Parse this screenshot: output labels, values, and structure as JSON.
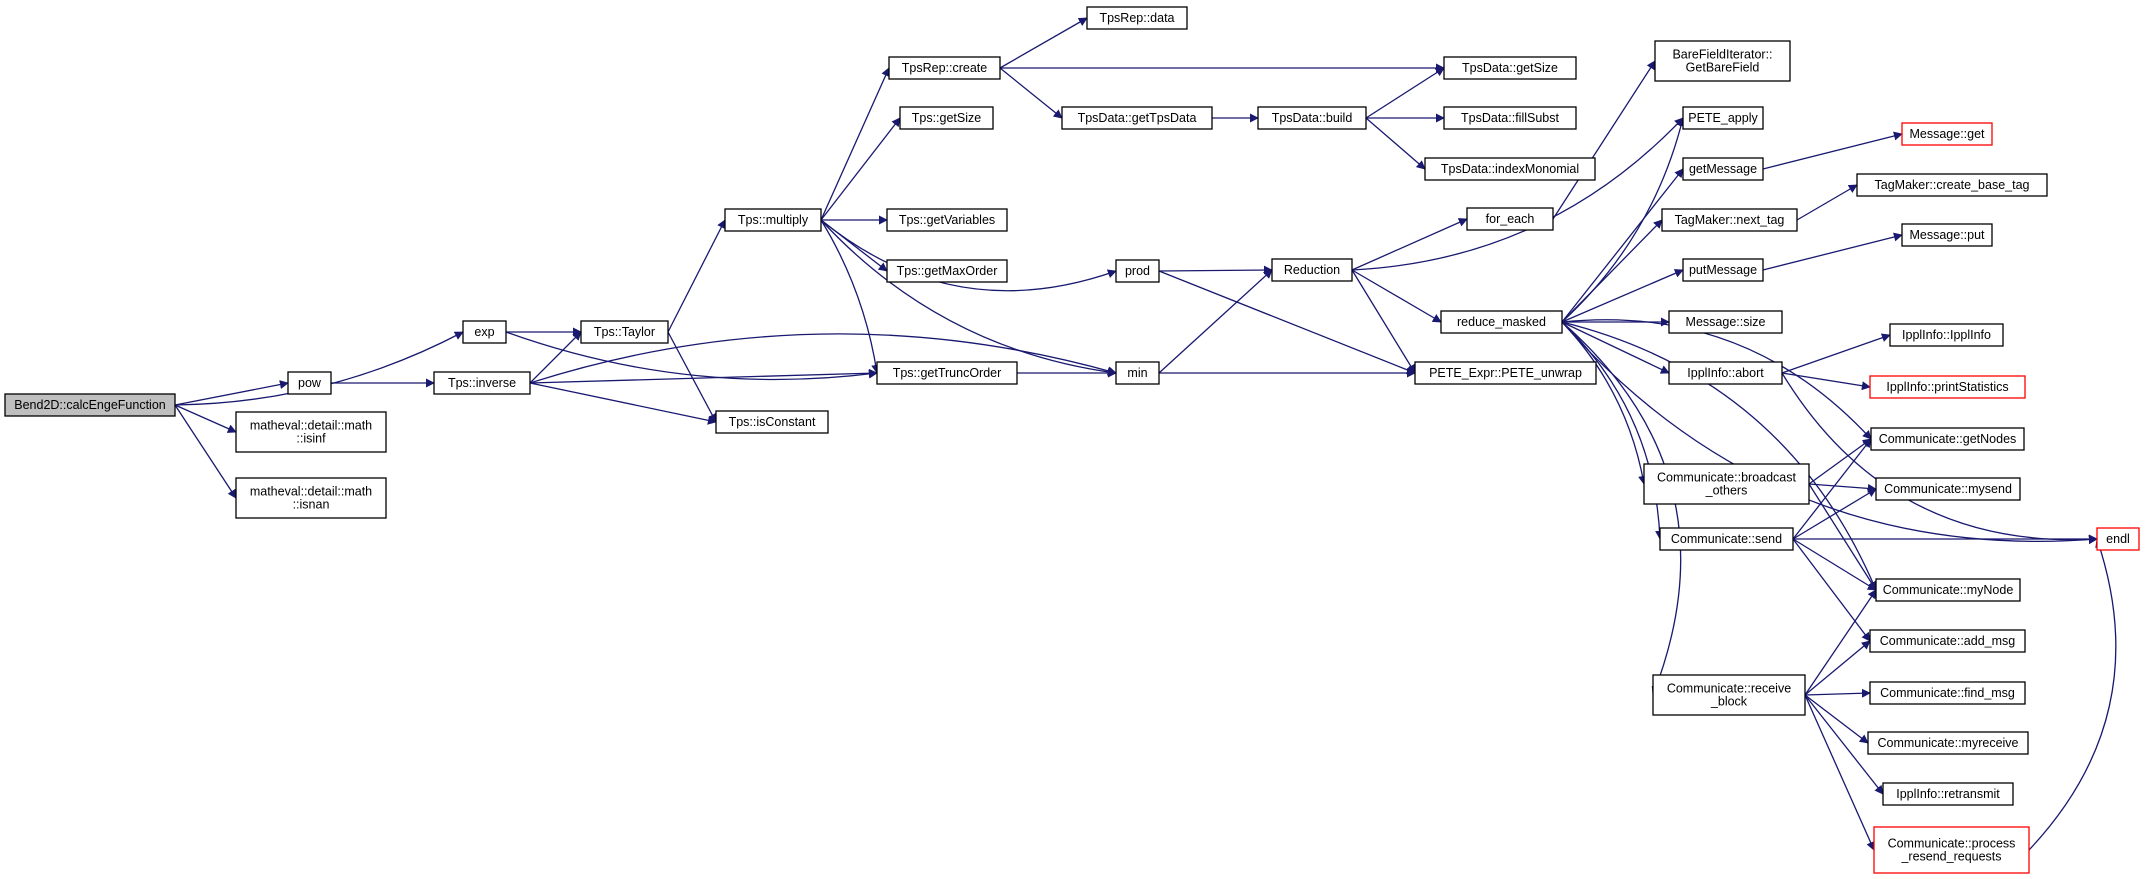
{
  "colors": {
    "edge": "#191970",
    "root_fill": "#bfbfbf",
    "truncated_border": "#ff0000"
  },
  "nodes": {
    "bend2d": {
      "lines": [
        "Bend2D::calcEngeFunction"
      ],
      "kind": "root"
    },
    "exp": {
      "lines": [
        "exp"
      ]
    },
    "pow": {
      "lines": [
        "pow"
      ]
    },
    "isinf": {
      "lines": [
        "matheval::detail::math",
        "::isinf"
      ]
    },
    "isnan": {
      "lines": [
        "matheval::detail::math",
        "::isnan"
      ]
    },
    "taylor": {
      "lines": [
        "Tps::Taylor"
      ]
    },
    "inverse": {
      "lines": [
        "Tps::inverse"
      ]
    },
    "multiply": {
      "lines": [
        "Tps::multiply"
      ]
    },
    "isconstant": {
      "lines": [
        "Tps::isConstant"
      ]
    },
    "tpsrep_create": {
      "lines": [
        "TpsRep::create"
      ]
    },
    "tpsrep_data": {
      "lines": [
        "TpsRep::data"
      ]
    },
    "tps_getsize": {
      "lines": [
        "Tps::getSize"
      ]
    },
    "getvariables": {
      "lines": [
        "Tps::getVariables"
      ]
    },
    "getmaxorder": {
      "lines": [
        "Tps::getMaxOrder"
      ]
    },
    "gettruncorder": {
      "lines": [
        "Tps::getTruncOrder"
      ]
    },
    "gettpsdata": {
      "lines": [
        "TpsData::getTpsData"
      ]
    },
    "prod": {
      "lines": [
        "prod"
      ]
    },
    "min": {
      "lines": [
        "min"
      ]
    },
    "tpsdata_build": {
      "lines": [
        "TpsData::build"
      ]
    },
    "reduction": {
      "lines": [
        "Reduction"
      ]
    },
    "tpsdata_getsize": {
      "lines": [
        "TpsData::getSize"
      ]
    },
    "fillsubst": {
      "lines": [
        "TpsData::fillSubst"
      ]
    },
    "indexmonomial": {
      "lines": [
        "TpsData::indexMonomial"
      ]
    },
    "for_each": {
      "lines": [
        "for_each"
      ]
    },
    "reduce_masked": {
      "lines": [
        "reduce_masked"
      ]
    },
    "pete_unwrap": {
      "lines": [
        "PETE_Expr::PETE_unwrap"
      ]
    },
    "barefield": {
      "lines": [
        "BareFieldIterator::",
        "GetBareField"
      ]
    },
    "pete_apply": {
      "lines": [
        "PETE_apply"
      ]
    },
    "getmessage": {
      "lines": [
        "getMessage"
      ]
    },
    "next_tag": {
      "lines": [
        "TagMaker::next_tag"
      ]
    },
    "putmessage": {
      "lines": [
        "putMessage"
      ]
    },
    "message_size": {
      "lines": [
        "Message::size"
      ]
    },
    "abort": {
      "lines": [
        "IpplInfo::abort"
      ]
    },
    "broadcast": {
      "lines": [
        "Communicate::broadcast",
        "_others"
      ]
    },
    "send": {
      "lines": [
        "Communicate::send"
      ]
    },
    "receive": {
      "lines": [
        "Communicate::receive",
        "_block"
      ]
    },
    "message_get": {
      "lines": [
        "Message::get"
      ],
      "kind": "truncated"
    },
    "create_base_tag": {
      "lines": [
        "TagMaker::create_base_tag"
      ]
    },
    "message_put": {
      "lines": [
        "Message::put"
      ]
    },
    "ipplinfo": {
      "lines": [
        "IpplInfo::IpplInfo"
      ]
    },
    "printstatistics": {
      "lines": [
        "IpplInfo::printStatistics"
      ],
      "kind": "truncated"
    },
    "getnodes": {
      "lines": [
        "Communicate::getNodes"
      ]
    },
    "mysend": {
      "lines": [
        "Communicate::mysend"
      ]
    },
    "mynode": {
      "lines": [
        "Communicate::myNode"
      ]
    },
    "add_msg": {
      "lines": [
        "Communicate::add_msg"
      ]
    },
    "find_msg": {
      "lines": [
        "Communicate::find_msg"
      ]
    },
    "myreceive": {
      "lines": [
        "Communicate::myreceive"
      ]
    },
    "retransmit": {
      "lines": [
        "IpplInfo::retransmit"
      ]
    },
    "process_resend": {
      "lines": [
        "Communicate::process",
        "_resend_requests"
      ],
      "kind": "truncated"
    },
    "endl": {
      "lines": [
        "endl"
      ],
      "kind": "truncated"
    }
  },
  "edges": [
    [
      "bend2d",
      "exp"
    ],
    [
      "bend2d",
      "pow"
    ],
    [
      "bend2d",
      "isinf"
    ],
    [
      "bend2d",
      "isnan"
    ],
    [
      "exp",
      "taylor"
    ],
    [
      "exp",
      "gettruncorder"
    ],
    [
      "pow",
      "inverse"
    ],
    [
      "taylor",
      "multiply"
    ],
    [
      "taylor",
      "isconstant"
    ],
    [
      "inverse",
      "taylor"
    ],
    [
      "inverse",
      "gettruncorder"
    ],
    [
      "inverse",
      "isconstant"
    ],
    [
      "inverse",
      "min"
    ],
    [
      "multiply",
      "tpsrep_create"
    ],
    [
      "multiply",
      "tps_getsize"
    ],
    [
      "multiply",
      "getvariables"
    ],
    [
      "multiply",
      "getmaxorder"
    ],
    [
      "multiply",
      "gettruncorder"
    ],
    [
      "multiply",
      "prod"
    ],
    [
      "multiply",
      "min"
    ],
    [
      "tpsrep_create",
      "tpsrep_data"
    ],
    [
      "tpsrep_create",
      "tpsdata_getsize"
    ],
    [
      "tpsrep_create",
      "gettpsdata"
    ],
    [
      "gettpsdata",
      "tpsdata_build"
    ],
    [
      "tpsdata_build",
      "tpsdata_getsize"
    ],
    [
      "tpsdata_build",
      "fillsubst"
    ],
    [
      "tpsdata_build",
      "indexmonomial"
    ],
    [
      "gettruncorder",
      "min"
    ],
    [
      "prod",
      "reduction"
    ],
    [
      "prod",
      "pete_unwrap"
    ],
    [
      "min",
      "reduction"
    ],
    [
      "min",
      "pete_unwrap"
    ],
    [
      "reduction",
      "for_each"
    ],
    [
      "reduction",
      "pete_apply"
    ],
    [
      "reduction",
      "reduce_masked"
    ],
    [
      "reduction",
      "pete_unwrap"
    ],
    [
      "for_each",
      "barefield"
    ],
    [
      "reduce_masked",
      "pete_apply"
    ],
    [
      "reduce_masked",
      "getmessage"
    ],
    [
      "reduce_masked",
      "next_tag"
    ],
    [
      "reduce_masked",
      "putmessage"
    ],
    [
      "reduce_masked",
      "message_size"
    ],
    [
      "reduce_masked",
      "abort"
    ],
    [
      "reduce_masked",
      "getnodes"
    ],
    [
      "reduce_masked",
      "broadcast"
    ],
    [
      "reduce_masked",
      "send"
    ],
    [
      "reduce_masked",
      "mynode"
    ],
    [
      "reduce_masked",
      "receive"
    ],
    [
      "reduce_masked",
      "endl"
    ],
    [
      "getmessage",
      "message_get"
    ],
    [
      "next_tag",
      "create_base_tag"
    ],
    [
      "putmessage",
      "message_put"
    ],
    [
      "abort",
      "ipplinfo"
    ],
    [
      "abort",
      "printstatistics"
    ],
    [
      "abort",
      "endl"
    ],
    [
      "broadcast",
      "getnodes"
    ],
    [
      "broadcast",
      "mysend"
    ],
    [
      "broadcast",
      "mynode"
    ],
    [
      "send",
      "getnodes"
    ],
    [
      "send",
      "mysend"
    ],
    [
      "send",
      "mynode"
    ],
    [
      "send",
      "add_msg"
    ],
    [
      "send",
      "endl"
    ],
    [
      "receive",
      "mynode"
    ],
    [
      "receive",
      "add_msg"
    ],
    [
      "receive",
      "find_msg"
    ],
    [
      "receive",
      "myreceive"
    ],
    [
      "receive",
      "retransmit"
    ],
    [
      "receive",
      "process_resend"
    ],
    [
      "process_resend",
      "endl"
    ]
  ]
}
